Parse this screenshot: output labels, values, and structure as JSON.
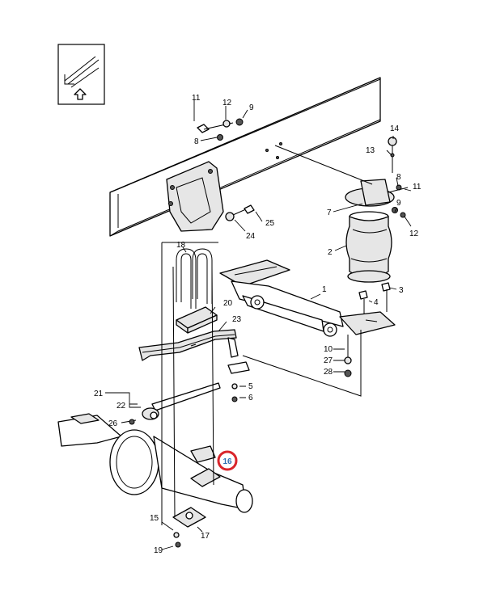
{
  "diagram": {
    "type": "exploded parts diagram",
    "highlighted_callout": "16",
    "highlight_color": "#d9262c",
    "highlight_text_color": "#2f6fb3",
    "callouts": [
      "1",
      "2",
      "3",
      "4",
      "5",
      "6",
      "7",
      "8",
      "9",
      "10",
      "11",
      "12",
      "13",
      "14",
      "15",
      "16",
      "17",
      "18",
      "19",
      "20",
      "21",
      "22",
      "23",
      "24",
      "25",
      "26",
      "27",
      "28",
      "8",
      "9",
      "11",
      "12"
    ],
    "orientation_icon": "front-direction-arrow-icon"
  }
}
